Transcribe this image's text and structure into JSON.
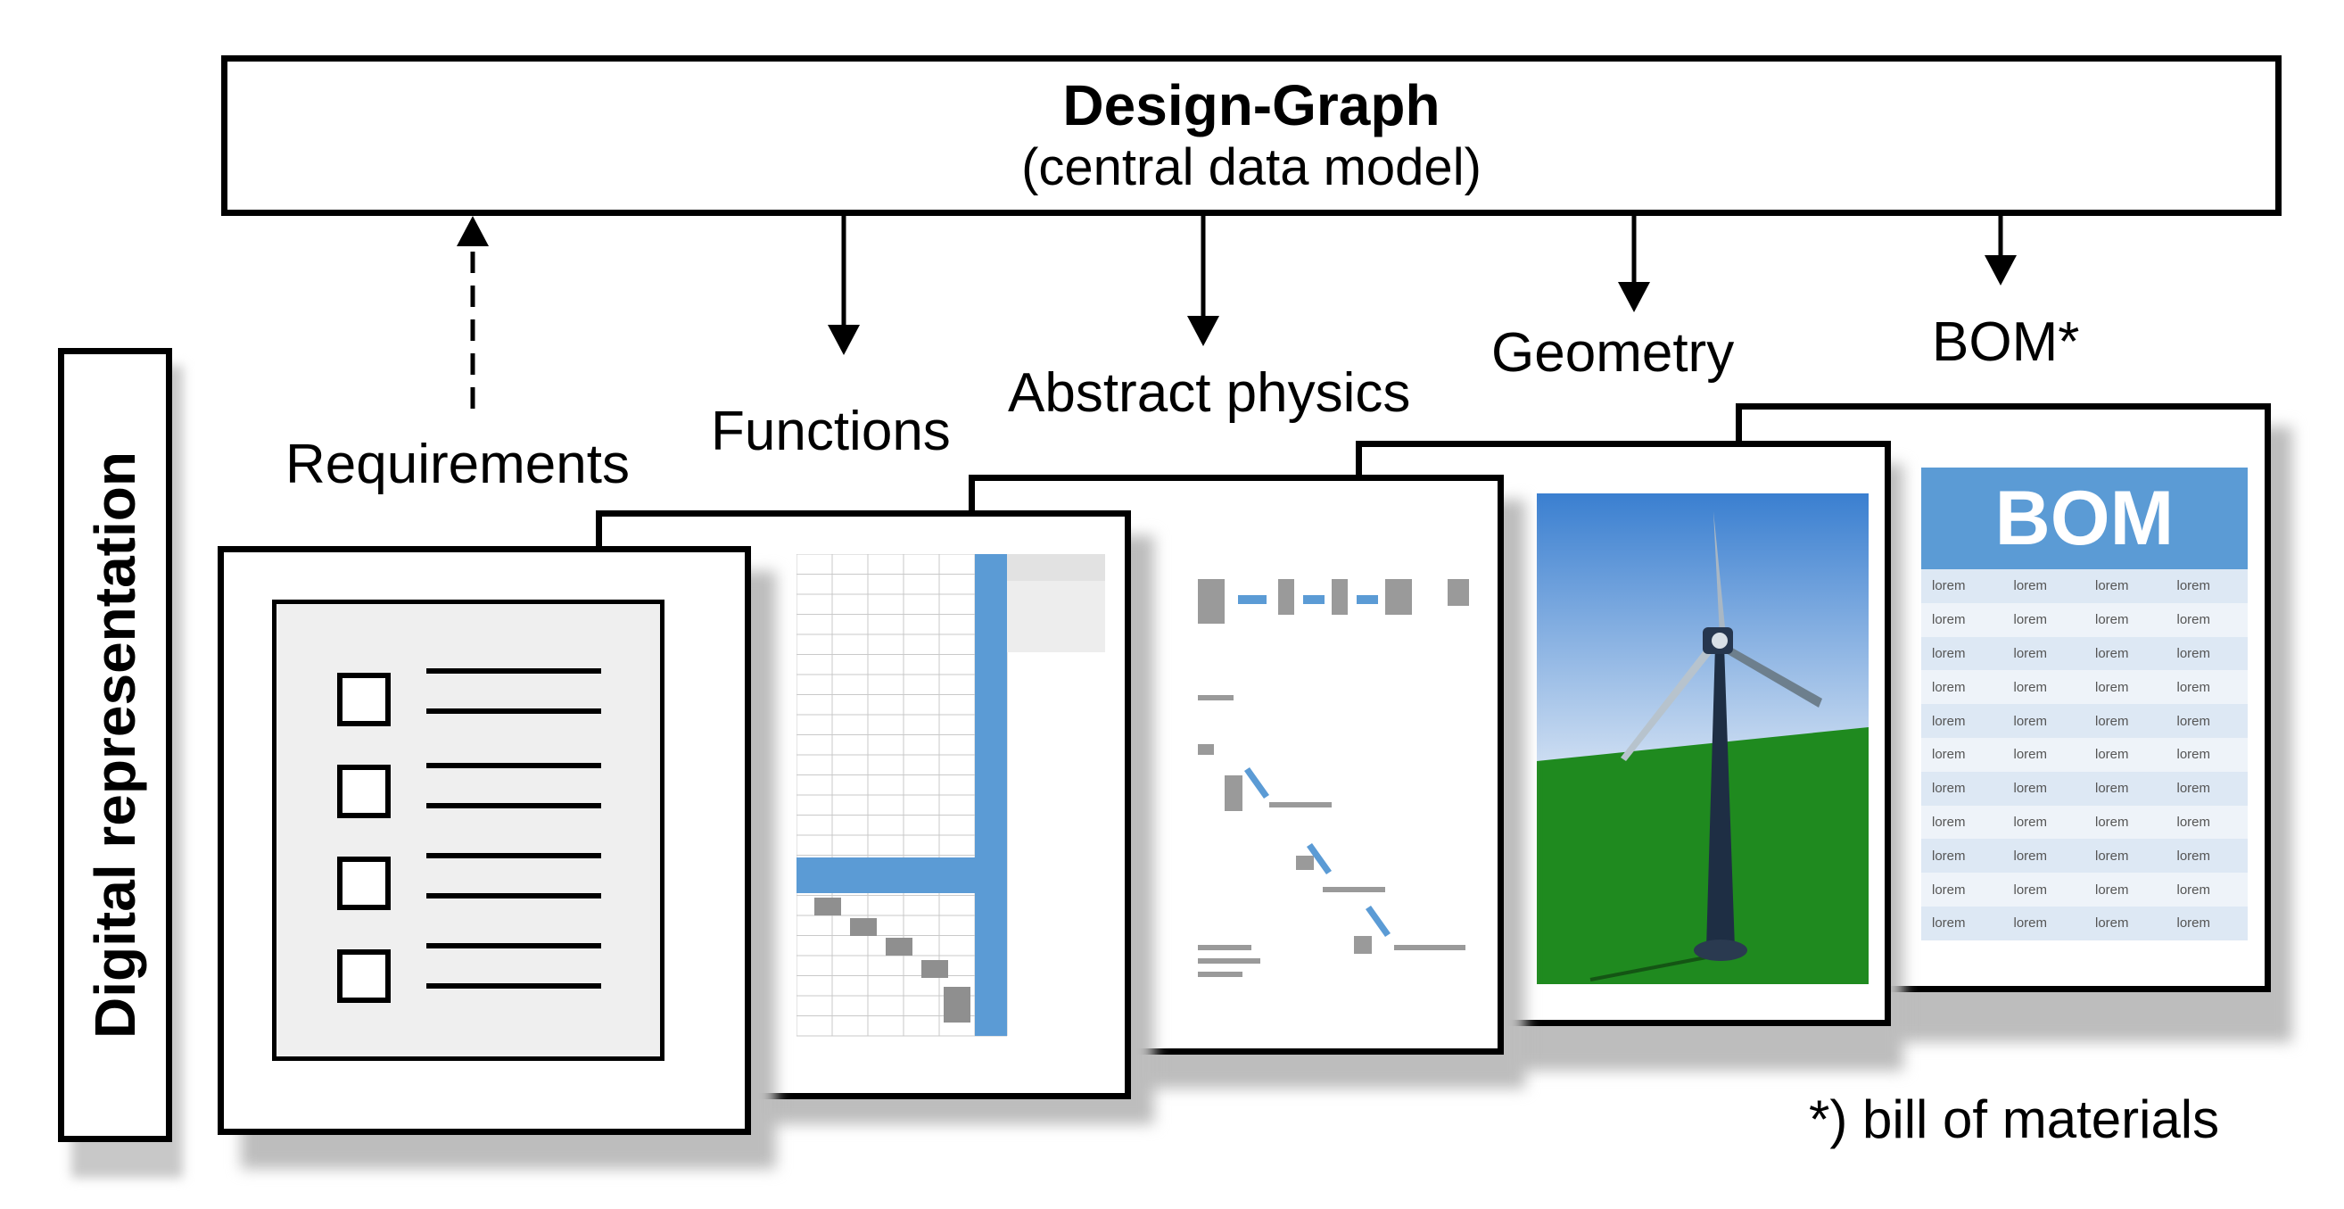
{
  "header": {
    "title": "Design-Graph",
    "subtitle": "(central data model)"
  },
  "side_label": "Digital representation",
  "panels": {
    "requirements": "Requirements",
    "functions": "Functions",
    "abstract_physics": "Abstract physics",
    "geometry": "Geometry",
    "bom": "BOM*"
  },
  "bom_table": {
    "header": "BOM",
    "cell_text": "lorem",
    "rows": 11,
    "cols": 4,
    "stripe_colors": [
      "#dde8f4",
      "#eef3f9"
    ]
  },
  "footnote": "*) bill of materials",
  "icons": {
    "requirements": "checklist-icon",
    "geometry": "wind-turbine-image"
  },
  "colors": {
    "accent_blue": "#5b9bd5",
    "sky_top": "#3a7fd0",
    "sky_bottom": "#dfe9f6",
    "ground": "#1f8a1f"
  }
}
